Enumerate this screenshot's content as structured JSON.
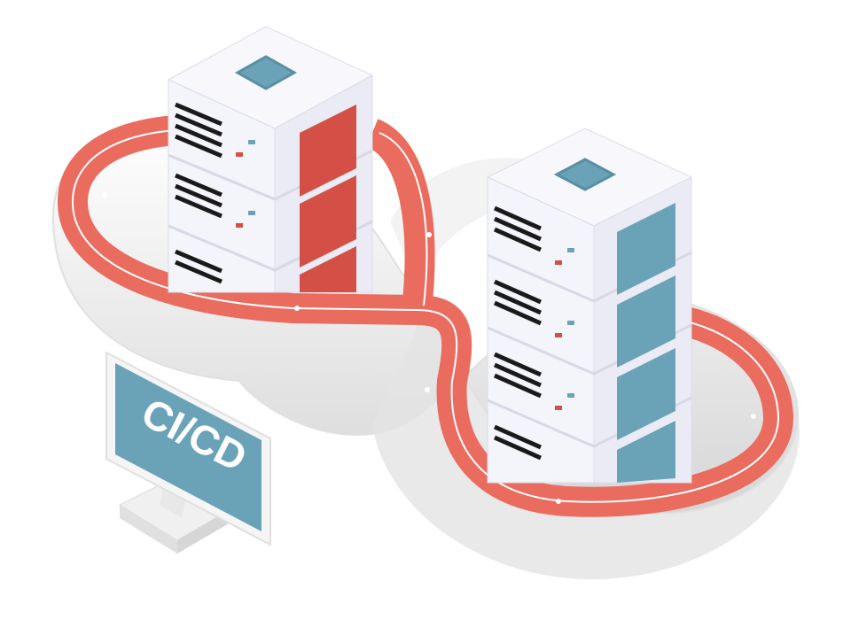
{
  "monitor": {
    "label": "CI/CD"
  },
  "colors": {
    "track": "#e96c5f",
    "track_line": "#ffffff",
    "base": "#eeeeee",
    "server_body": "#f2f2fb",
    "server_top": "#f7f7fc",
    "panel_left": "#d45046",
    "panel_right": "#6aa3b8",
    "monitor_screen": "#6aa3b8",
    "monitor_text": "#ffffff"
  },
  "icons": [
    "infinity-track",
    "server-rack-left",
    "server-rack-right",
    "monitor-icon"
  ]
}
